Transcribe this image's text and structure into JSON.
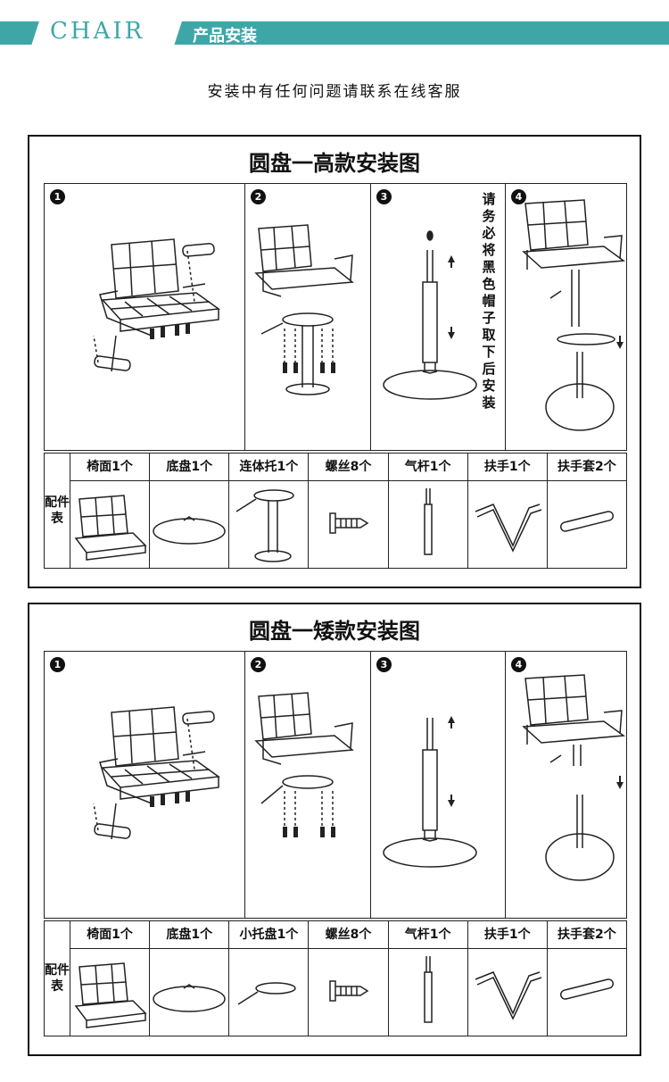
{
  "header": {
    "brand": "CHAIR",
    "section": "产品安装",
    "accent": "#3fa6a8"
  },
  "subtitle": "安装中有任何问题请联系在线客服",
  "panels": [
    {
      "title": "圆盘一高款安装图",
      "steps": [
        "1",
        "2",
        "3",
        "4"
      ],
      "note": "请务必将黑色帽子取下后安装",
      "parts_label": "配件表",
      "parts": [
        "椅面1个",
        "底盘1个",
        "连体托1个",
        "螺丝8个",
        "气杆1个",
        "扶手1个",
        "扶手套2个"
      ]
    },
    {
      "title": "圆盘一矮款安装图",
      "steps": [
        "1",
        "2",
        "3",
        "4"
      ],
      "parts_label": "配件表",
      "parts": [
        "椅面1个",
        "底盘1个",
        "小托盘1个",
        "螺丝8个",
        "气杆1个",
        "扶手1个",
        "扶手套2个"
      ]
    }
  ]
}
